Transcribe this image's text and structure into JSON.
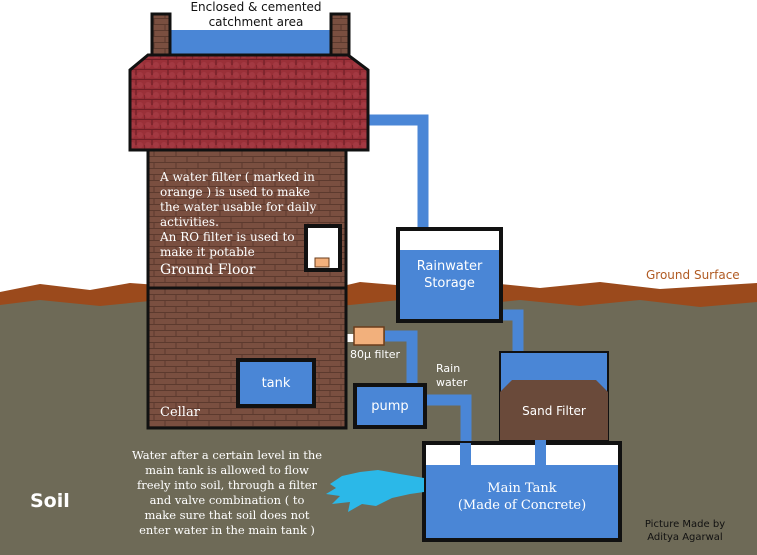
{
  "labels": {
    "catchment": "Enclosed & cemented\ncatchment area",
    "ground_surface": "Ground Surface",
    "soil": "Soil",
    "filter_note": "A water filter ( marked in\norange ) is used to make\nthe water usable for daily\nactivities.\nAn RO filter is used to\nmake it potable",
    "ground_floor": "Ground Floor",
    "cellar": "Cellar",
    "tank": "tank",
    "filter_80": "80µ filter",
    "rain_water": "Rain\nwater",
    "pump": "pump",
    "rainwater_storage": "Rainwater\nStorage",
    "sand_filter": "Sand Filter",
    "main_tank": "Main Tank\n(Made of Concrete)",
    "overflow_note": "Water after a certain level in the\nmain tank is allowed to flow\nfreely into soil, through a filter\nand valve combination ( to\nmake sure that soil does not\nenter water in the main tank )",
    "credit": "Picture Made by\nAditya Agarwal"
  },
  "colors": {
    "pipe": "#4a86d6",
    "water": "#4a86d6",
    "soil": "#6e6a57",
    "ground_surface": "#9b4a1c",
    "ground_label": "#b05a22",
    "brick": "#7a4f40",
    "roof": "#9a3038",
    "filter_orange": "#f2b07c",
    "sand": "#6a4a3a",
    "outline": "#111111",
    "splash": "#2bb8e8"
  }
}
